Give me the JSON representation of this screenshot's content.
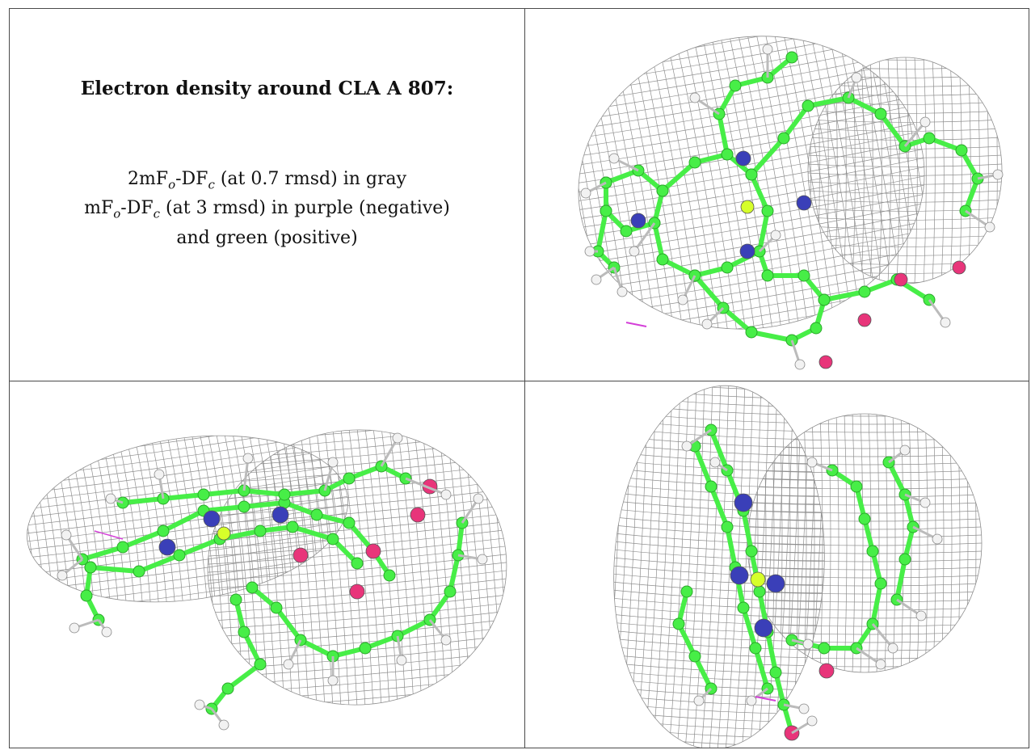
{
  "figure": {
    "title": "Electron density around CLA A 807:",
    "legend": {
      "line1": {
        "prefix": "2mF",
        "sub1": "o",
        "mid": "-DF",
        "sub2": "c",
        "suffix": " (at 0.7 rmsd) in gray"
      },
      "line2": {
        "prefix": "mF",
        "sub1": "o",
        "mid": "-DF",
        "sub2": "c",
        "suffix": " (at 3 rmsd) in purple (negative)"
      },
      "line3": "and green (positive)"
    }
  },
  "views": [
    {
      "name": "view-top-right",
      "orientation": "top"
    },
    {
      "name": "view-bottom-left",
      "orientation": "side"
    },
    {
      "name": "view-bottom-right",
      "orientation": "end"
    }
  ],
  "colors": {
    "carbon": "#47ee47",
    "nitrogen": "#3a3fb8",
    "oxygen": "#e8357a",
    "magnesium": "#d6ff2a",
    "hydrogen": "#f2f2f2",
    "mesh": "#8f8f8f",
    "negative_density": "#d43fd8"
  }
}
